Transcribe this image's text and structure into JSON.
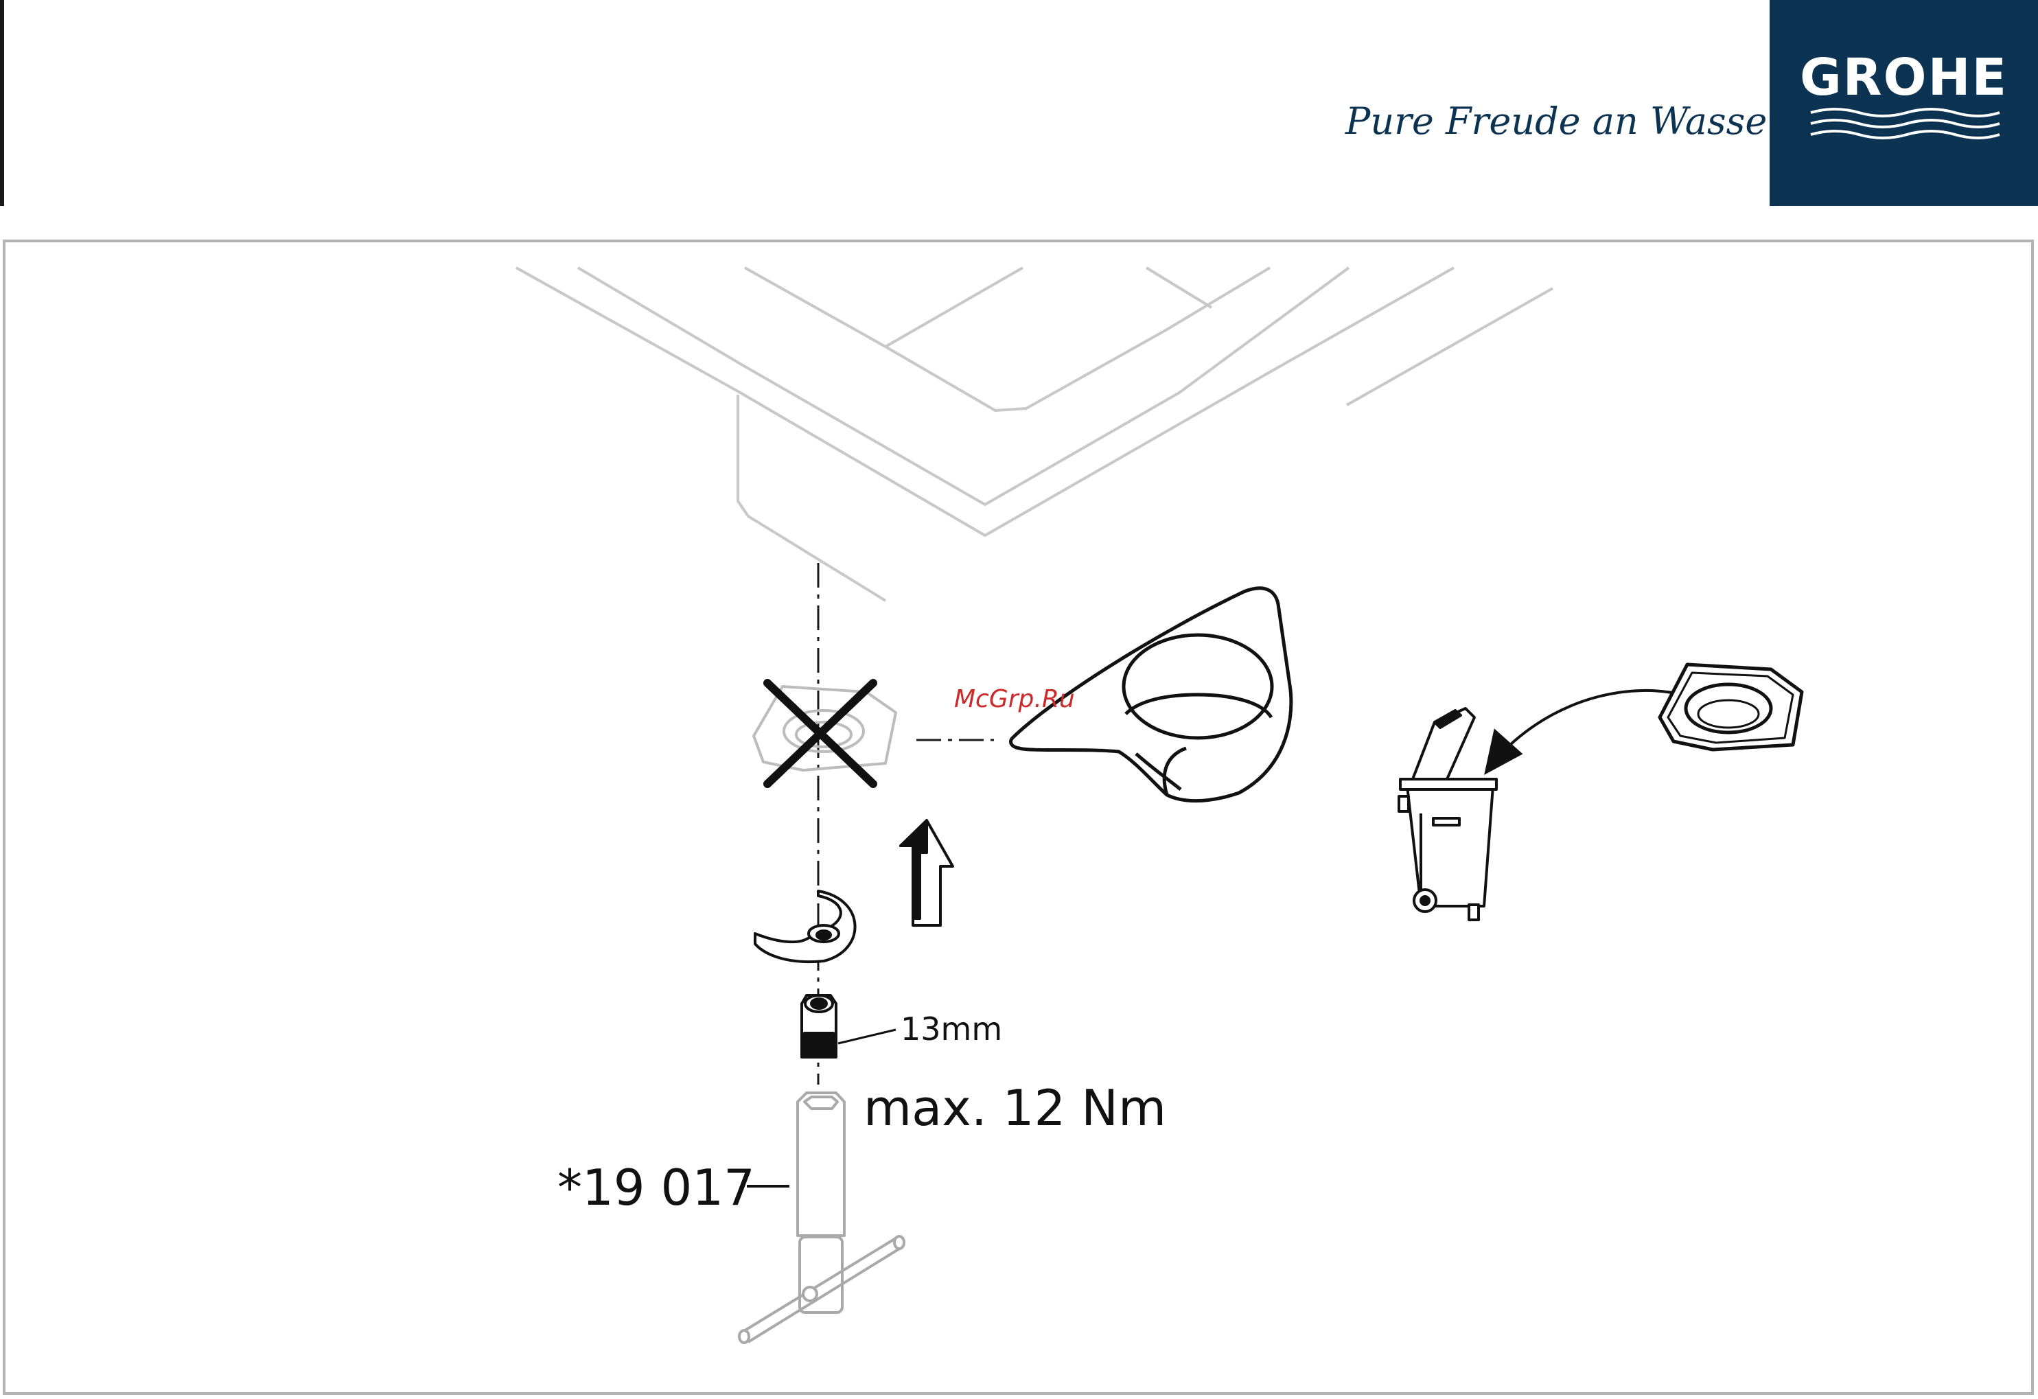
{
  "header": {
    "brand": "GROHE",
    "slogan": "Pure Freude an Wasser",
    "brand_color": "#0c3352"
  },
  "instruction": {
    "nut_size_label": "13mm",
    "torque_label": "max. 12 Nm",
    "tool_label": "*19 017"
  },
  "watermark": {
    "text": "McGrp.Ru",
    "color": "#cc2a2a"
  },
  "icons": [
    "sink-outline",
    "crossed-out-part-icon",
    "arrow-up-icon",
    "mounting-bracket",
    "hex-nut",
    "socket-wrench",
    "triangular-fitting",
    "waste-bin-icon",
    "discard-arrow-icon",
    "discarded-part"
  ]
}
